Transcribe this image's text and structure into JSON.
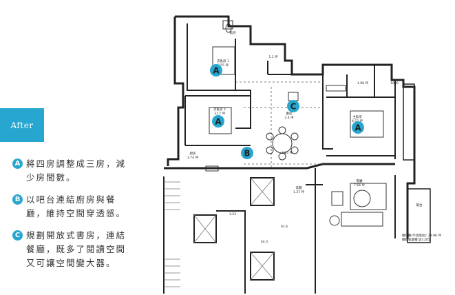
{
  "tab": {
    "label": "After"
  },
  "notes": [
    {
      "marker": "A",
      "text": "將四房調整成三房，減少房間數。"
    },
    {
      "marker": "B",
      "text": "以吧台連結廚房與餐廳，維持空間穿透感。"
    },
    {
      "marker": "C",
      "text": "規劃開放式書房，連結餐廳，既多了閱讀空間又可讓空間變大器。"
    }
  ],
  "plan": {
    "markers": [
      "A",
      "A",
      "A",
      "B",
      "C"
    ],
    "rooms": {
      "bedroom2": "次臥房 1",
      "bedroom2_area": "3.55 坪",
      "bedroom3": "次臥房 2",
      "bedroom3_area": "3.17 坪",
      "master": "主臥房",
      "master_area": "4.52 坪",
      "bath_top": "衛浴",
      "bath_small": "1.1 坪",
      "bath_master": "1.98 坪",
      "study": "書房",
      "study_area": "2.4 坪",
      "dining_area": "3.25 坪",
      "kitchen": "廚房",
      "kitchen_area": "3.74 坪",
      "entry": "玄關",
      "entry_area": "1.37 坪",
      "living": "客廳",
      "living_area": "7.64 坪",
      "balcony": "陽台",
      "core1": "3.53",
      "core2": "61.6",
      "core3": "44.3",
      "dim": "1800",
      "legend1": "總坪數(不含陽台): 29.96 坪",
      "legend2": "總樓板面積(含):205"
    }
  }
}
